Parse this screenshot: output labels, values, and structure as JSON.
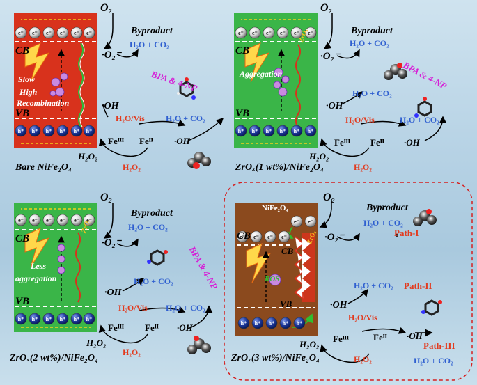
{
  "panels": [
    {
      "caption": "Bare NiFe₂O₄",
      "band_top": "CB",
      "band_bottom": "VB",
      "electron": "e⁻",
      "hole": "h⁺",
      "note": [
        "Slow",
        "High",
        "Recombination"
      ],
      "o2": "O₂",
      "superoxide": "·O₂⁻",
      "byproduct": "Byproduct",
      "h2o_co2": "H₂O + CO₂",
      "oh": "·OH",
      "h2o_vis": "H₂O/Vis",
      "fe3": "Feᴵᴵᴵ",
      "fe2": "Feᴵᴵ",
      "oh2": "·OH",
      "h2o2_left": "H₂O₂",
      "h2o2_bottom": "H₂O₂",
      "pollutant": "BPA & 4-NP",
      "h2o_co2_b": "H₂O + CO₂"
    },
    {
      "caption": "ZrOₓ(1 wt%)/NiFe₂O₄",
      "band_top": "CB",
      "band_bottom": "VB",
      "electron": "e⁻",
      "hole": "h⁺",
      "note": [
        "Aggregation"
      ],
      "zro_label": "ZrOₓ",
      "o2": "O₂",
      "superoxide": "·O₂⁻",
      "byproduct": "Byproduct",
      "h2o_co2": "H₂O + CO₂",
      "h2o_co2_mid": "H₂O + CO₂",
      "oh": "·OH",
      "h2o_vis": "H₂O/Vis",
      "fe3": "Feᴵᴵᴵ",
      "fe2": "Feᴵᴵ",
      "oh2": "·OH",
      "h2o2_left": "H₂O₂",
      "h2o2_bottom": "H₂O₂",
      "pollutant": "BPA & 4-NP",
      "h2o_co2_b": "H₂O + CO₂"
    },
    {
      "caption": "ZrOₓ(2 wt%)/NiFe₂O₄",
      "band_top": "CB",
      "band_bottom": "VB",
      "electron": "e⁻",
      "hole": "h⁺",
      "note": [
        "Less",
        "aggregation"
      ],
      "zro_label": "ZrOₓ",
      "o2": "O₂",
      "superoxide": "·O₂⁻",
      "byproduct": "Byproduct",
      "h2o_co2": "H₂O + CO₂",
      "h2o_co2_mid": "H₂O + CO₂",
      "oh": "·OH",
      "h2o_vis": "H₂O/Vis",
      "fe3": "Feᴵᴵᴵ",
      "fe2": "Feᴵᴵ",
      "oh2": "·OH",
      "h2o2_left": "H₂O₂",
      "h2o2_bottom": "H₂O₂",
      "pollutant": "BPA & 4-NP",
      "h2o_co2_b": "H₂O + CO₂"
    },
    {
      "caption": "ZrOₓ(3 wt%)/NiFe₂O₄",
      "band_top": "CB",
      "band_bottom": "VB",
      "electron": "e⁻",
      "hole": "h⁺",
      "nife": "NiFe₂O₄",
      "ros": "ROS",
      "zro_label": "ZrOₓ",
      "o2": "O₂",
      "superoxide": "·O₂⁻",
      "byproduct": "Byproduct",
      "h2o_co2": "H₂O + CO₂",
      "path1": "Path-I",
      "h2o_co2_mid": "H₂O + CO₂",
      "path2": "Path-II",
      "oh": "·OH",
      "h2o_vis": "H₂O/Vis",
      "fe3": "Feᴵᴵᴵ",
      "fe2": "Feᴵᴵ",
      "oh2": "·OH",
      "path3": "Path-III",
      "h2o2_left": "H₂O₂",
      "h2o2_bottom": "H₂O₂",
      "h2o_co2_b": "H₂O + CO₂"
    }
  ],
  "colors": {
    "bare_fill": "#d8321c",
    "green_fill": "#3ab548",
    "brown_fill": "#8b4a1e",
    "dashed_border": "#d62020"
  }
}
